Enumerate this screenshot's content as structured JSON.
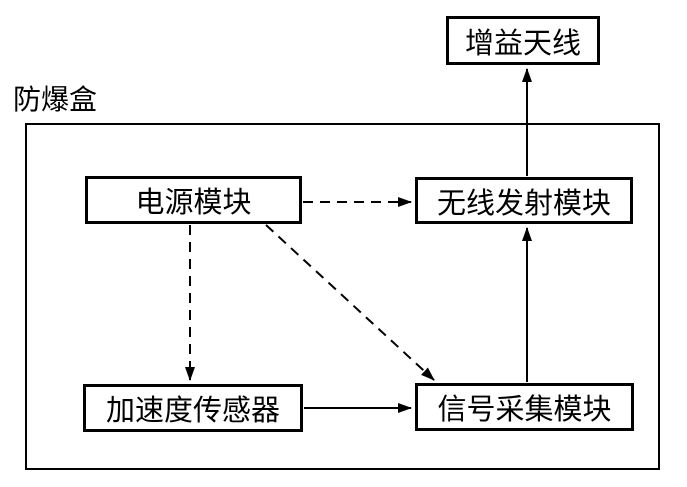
{
  "diagram": {
    "enclosure_label": "防爆盒",
    "nodes": {
      "antenna": "增益天线",
      "power": "电源模块",
      "wireless": "无线发射模块",
      "accelerometer": "加速度传感器",
      "signal": "信号采集模块"
    },
    "edges": [
      {
        "from": "电源模块",
        "to": "无线发射模块",
        "style": "dashed",
        "direction": "right"
      },
      {
        "from": "电源模块",
        "to": "加速度传感器",
        "style": "dashed",
        "direction": "down"
      },
      {
        "from": "电源模块",
        "to": "信号采集模块",
        "style": "dashed",
        "direction": "down-right"
      },
      {
        "from": "加速度传感器",
        "to": "信号采集模块",
        "style": "solid",
        "direction": "right"
      },
      {
        "from": "信号采集模块",
        "to": "无线发射模块",
        "style": "solid",
        "direction": "up"
      },
      {
        "from": "无线发射模块",
        "to": "增益天线",
        "style": "solid",
        "direction": "up"
      }
    ],
    "colors": {
      "line": "#000000",
      "text": "#000000",
      "background": "#ffffff"
    }
  }
}
